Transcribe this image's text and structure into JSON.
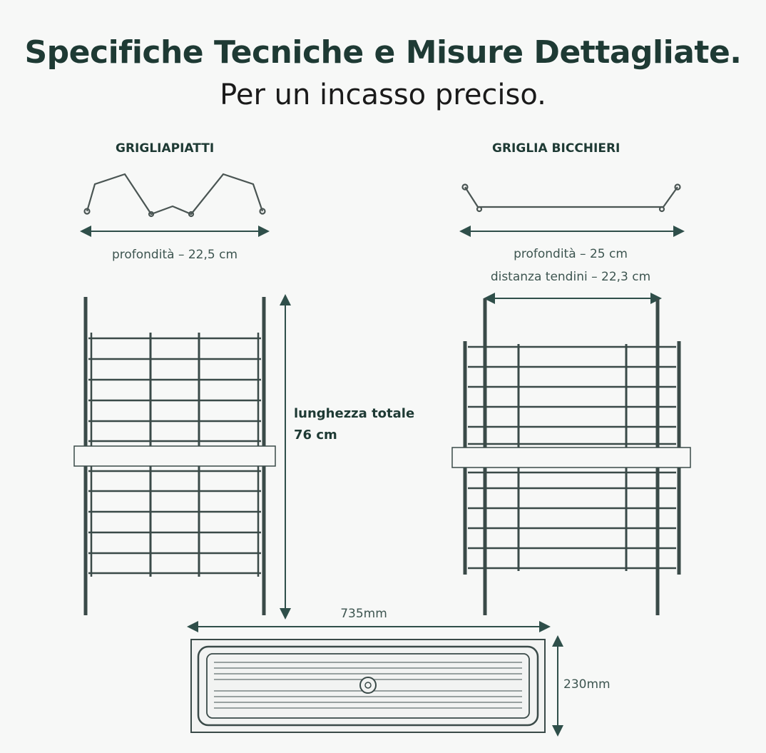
{
  "header": {
    "title": "Specifiche Tecniche e Misure Dettagliate.",
    "subtitle": "Per un incasso preciso."
  },
  "left": {
    "title": "GRIGLIAPIATTI",
    "depth": "profondità – 22,5 cm"
  },
  "right": {
    "title": "GRIGLIA BICCHIERI",
    "depth": "profondità – 25 cm",
    "rail_distance": "distanza tendini – 22,3 cm"
  },
  "center": {
    "length_line1": "lunghezza totale",
    "length_line2": "76 cm"
  },
  "tray": {
    "width": "735mm",
    "height": "230mm"
  },
  "colors": {
    "title": "#1e3a34",
    "line": "#3a4a48",
    "arrow": "#2f4f4a"
  }
}
